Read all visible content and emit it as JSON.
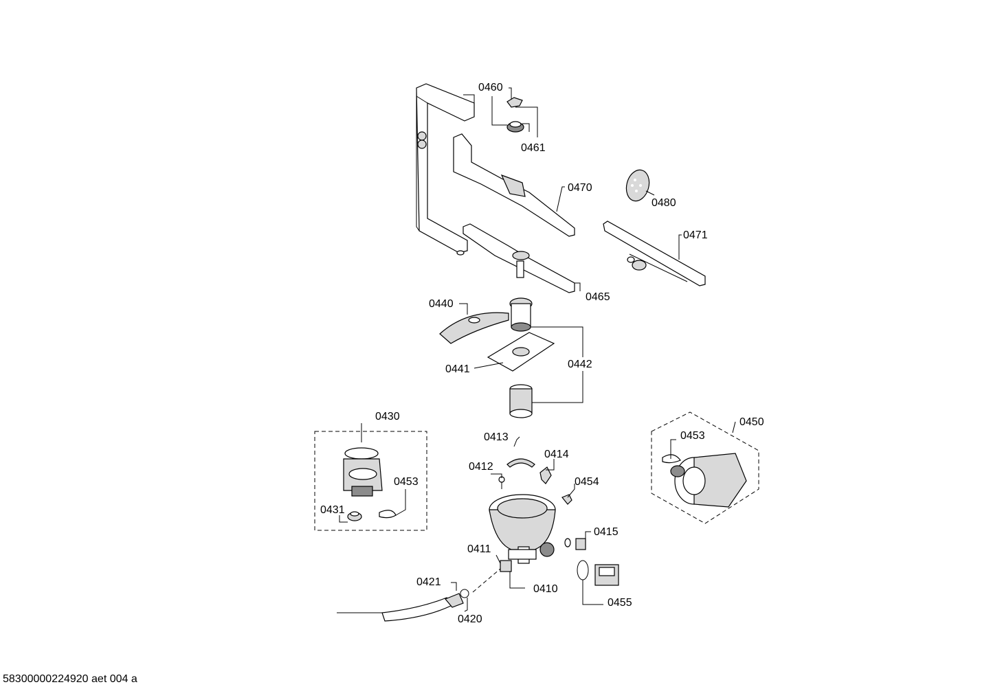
{
  "labels": {
    "l0460": "0460",
    "l0461": "0461",
    "l0470": "0470",
    "l0480": "0480",
    "l0471": "0471",
    "l0465": "0465",
    "l0440": "0440",
    "l0441": "0441",
    "l0442": "0442",
    "l0430": "0430",
    "l0453a": "0453",
    "l0431": "0431",
    "l0413": "0413",
    "l0412": "0412",
    "l0414": "0414",
    "l0454": "0454",
    "l0450": "0450",
    "l0453b": "0453",
    "l0415": "0415",
    "l0411": "0411",
    "l0410": "0410",
    "l0421": "0421",
    "l0420": "0420",
    "l0455": "0455"
  },
  "footer": "58300000224920 aet 004 a"
}
